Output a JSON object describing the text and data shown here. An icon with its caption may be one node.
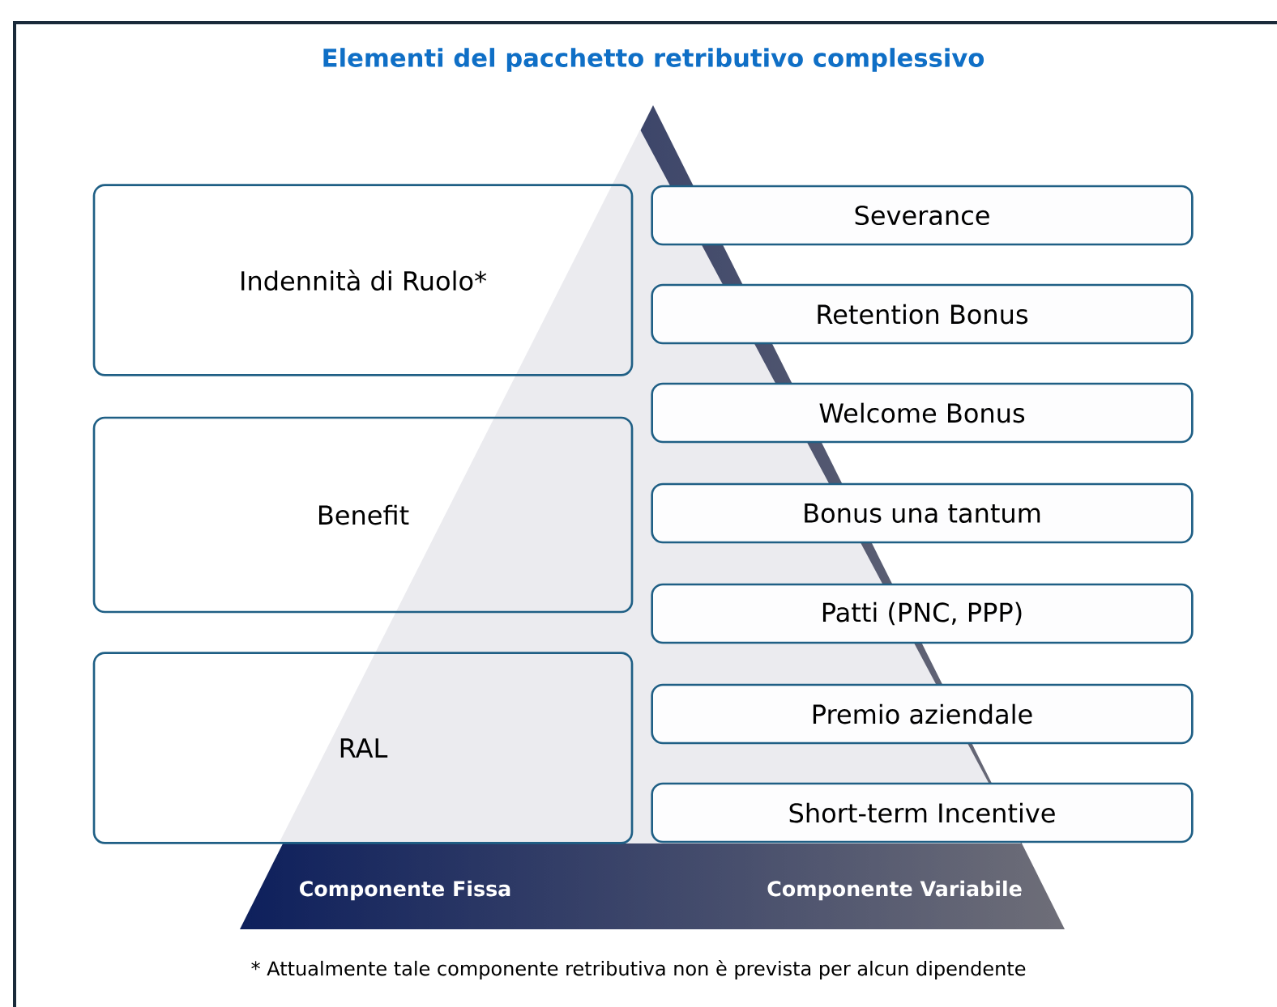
{
  "diagram": {
    "title": "Elementi del pacchetto retributivo complessivo",
    "nodes": [
      {
        "text": [
          "Indennità di Ruolo*"
        ]
      },
      {
        "text": [
          "Benefit"
        ]
      },
      {
        "text": [
          "RAL"
        ]
      },
      {
        "text": [
          "Severance"
        ]
      },
      {
        "text": [
          "Retention Bonus"
        ]
      },
      {
        "text": [
          "Welcome Bonus"
        ]
      },
      {
        "text": [
          "Bonus una tantum"
        ]
      },
      {
        "text": [
          "Patti (PNC, PPP)"
        ]
      },
      {
        "text": [
          "Premio aziendale"
        ]
      },
      {
        "text": [
          "Short-term Incentive"
        ]
      }
    ],
    "labels": [
      "Componente Fissa",
      "Componente Variabile",
      "* Attualmente tale componente retributiva non è prevista per alcun dipendente"
    ]
  }
}
